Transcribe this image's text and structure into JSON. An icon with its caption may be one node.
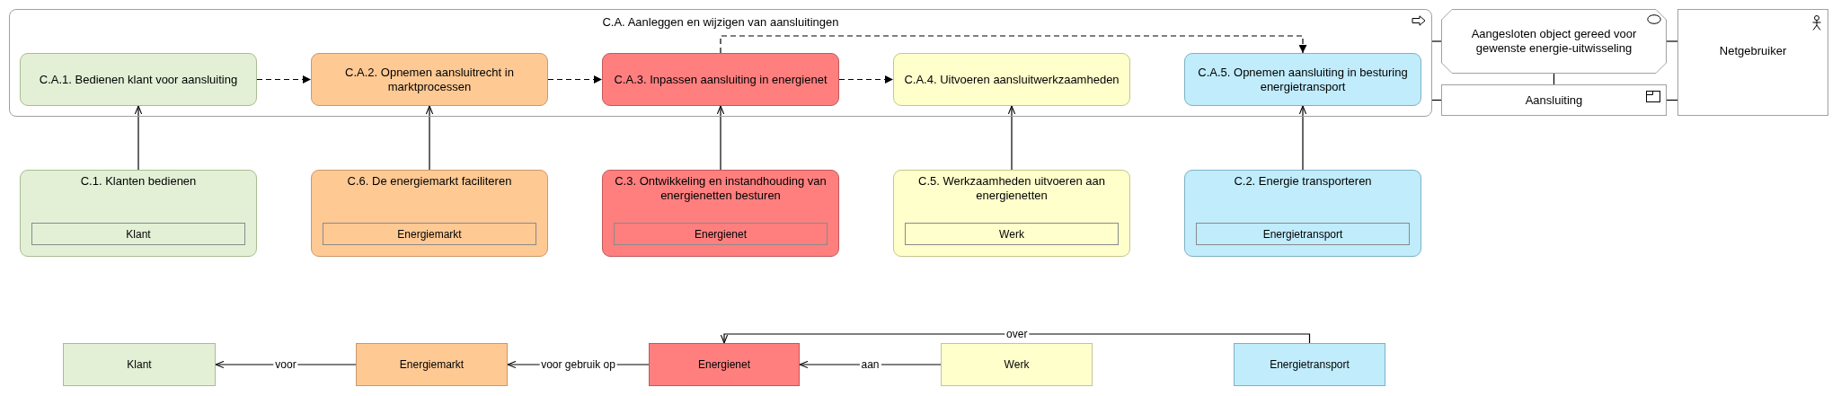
{
  "diagram": {
    "nodes": [
      {
        "text": [
          "C.A. Aanleggen en wijzigen van aansluitingen"
        ]
      },
      {
        "text": [
          "C.A.1. Bedienen klant voor aansluiting"
        ],
        "in": 0
      },
      {
        "text": [
          "C.A.2. Opnemen aansluitrecht in marktprocessen"
        ],
        "in": 0
      },
      {
        "text": [
          "C.A.3. Inpassen aansluiting in energienet"
        ],
        "in": 0
      },
      {
        "text": [
          "C.A.4. Uitvoeren aansluitwerkzaamheden"
        ],
        "in": 0
      },
      {
        "text": [
          "C.A.5. Opnemen aansluiting in besturing energietransport"
        ],
        "in": 0
      },
      {
        "text": [
          "Aangesloten object gereed voor gewenste energie-uitwisseling"
        ]
      },
      {
        "text": [
          "Netgebruiker"
        ]
      },
      {
        "text": [
          "Aansluiting"
        ]
      },
      {
        "text": [
          "C.1. Klanten bedienen"
        ]
      },
      {
        "text": [
          "Klant"
        ],
        "in": 9
      },
      {
        "text": [
          "C.6. De energiemarkt faciliteren"
        ]
      },
      {
        "text": [
          "Energiemarkt"
        ],
        "in": 11
      },
      {
        "text": [
          "C.3. Ontwikkeling en instandhouding van energienetten besturen"
        ]
      },
      {
        "text": [
          "Energienet"
        ],
        "in": 13
      },
      {
        "text": [
          "C.5. Werkzaamheden uitvoeren aan energienetten"
        ]
      },
      {
        "text": [
          "Werk"
        ],
        "in": 15
      },
      {
        "text": [
          "C.2. Energie transporteren"
        ]
      },
      {
        "text": [
          "Energietransport"
        ],
        "in": 17
      },
      {
        "text": [
          "Klant"
        ]
      },
      {
        "text": [
          "Energiemarkt"
        ]
      },
      {
        "text": [
          "Energienet"
        ]
      },
      {
        "text": [
          "Werk"
        ]
      },
      {
        "text": [
          "Energietransport"
        ]
      }
    ],
    "edges": [
      {
        "from": 1,
        "to": 2,
        "arrow": "to",
        "style": "dashed"
      },
      {
        "from": 2,
        "to": 3,
        "arrow": "to",
        "style": "dashed"
      },
      {
        "from": 3,
        "to": 4,
        "arrow": "to",
        "style": "dashed"
      },
      {
        "from": 3,
        "to": 5,
        "arrow": "to",
        "style": "dashed"
      },
      {
        "from": 9,
        "to": 1,
        "arrow": "to"
      },
      {
        "from": 11,
        "to": 2,
        "arrow": "to"
      },
      {
        "from": 13,
        "to": 3,
        "arrow": "to"
      },
      {
        "from": 15,
        "to": 4,
        "arrow": "to"
      },
      {
        "from": 17,
        "to": 5,
        "arrow": "to"
      },
      {
        "from": 0,
        "to": 6,
        "arrow": "none"
      },
      {
        "from": 0,
        "to": 8,
        "arrow": "none"
      },
      {
        "from": 6,
        "to": 8,
        "arrow": "none"
      },
      {
        "from": 6,
        "to": 7,
        "arrow": "none"
      },
      {
        "from": 8,
        "to": 7,
        "arrow": "none"
      },
      {
        "from": 20,
        "to": 19,
        "arrow": "to",
        "label": "voor"
      },
      {
        "from": 21,
        "to": 20,
        "arrow": "to",
        "label": "voor gebruik op"
      },
      {
        "from": 22,
        "to": 21,
        "arrow": "to",
        "label": "aan"
      },
      {
        "from": 23,
        "to": 21,
        "arrow": "to",
        "label": "over"
      }
    ]
  }
}
